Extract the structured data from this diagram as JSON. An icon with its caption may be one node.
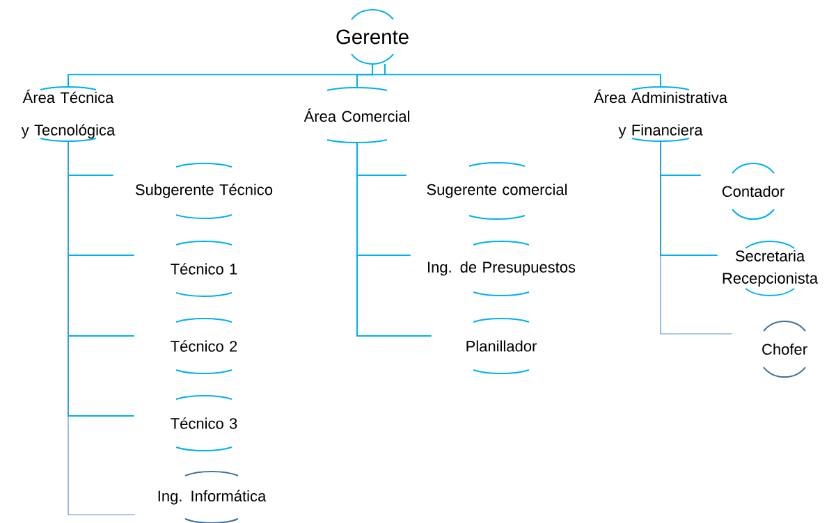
{
  "diagram": {
    "nodes": [
      {
        "text": [
          "Gerente"
        ]
      },
      {
        "text": [
          "Área Técnica y Tecnológica"
        ]
      },
      {
        "text": [
          "Área Comercial"
        ]
      },
      {
        "text": [
          "Área Administrativa y Financiera"
        ]
      },
      {
        "text": [
          "Subgerente Técnico"
        ]
      },
      {
        "text": [
          "Técnico 1"
        ]
      },
      {
        "text": [
          "Técnico 2"
        ]
      },
      {
        "text": [
          "Técnico 3"
        ]
      },
      {
        "text": [
          "Ing. Informática"
        ]
      },
      {
        "text": [
          "Sugerente comercial"
        ]
      },
      {
        "text": [
          "Ing. de Presupuestos"
        ]
      },
      {
        "text": [
          "Planillador"
        ]
      },
      {
        "text": [
          "Contador"
        ]
      },
      {
        "text": [
          "Secretaria Recepcionista"
        ]
      },
      {
        "text": [
          "Chofer"
        ]
      }
    ],
    "edges": [
      {
        "from": 0,
        "to": 1,
        "arrow": "none"
      },
      {
        "from": 0,
        "to": 2,
        "arrow": "none"
      },
      {
        "from": 0,
        "to": 3,
        "arrow": "none"
      },
      {
        "from": 1,
        "to": 4,
        "arrow": "none"
      },
      {
        "from": 1,
        "to": 5,
        "arrow": "none"
      },
      {
        "from": 1,
        "to": 6,
        "arrow": "none"
      },
      {
        "from": 1,
        "to": 7,
        "arrow": "none"
      },
      {
        "from": 1,
        "to": 8,
        "arrow": "none",
        "color": "#5b8fd0"
      },
      {
        "from": 2,
        "to": 9,
        "arrow": "none"
      },
      {
        "from": 2,
        "to": 10,
        "arrow": "none"
      },
      {
        "from": 2,
        "to": 11,
        "arrow": "none"
      },
      {
        "from": 3,
        "to": 12,
        "arrow": "none"
      },
      {
        "from": 3,
        "to": 13,
        "arrow": "none"
      },
      {
        "from": 3,
        "to": 14,
        "arrow": "none",
        "color": "#5b8fd0"
      }
    ]
  }
}
